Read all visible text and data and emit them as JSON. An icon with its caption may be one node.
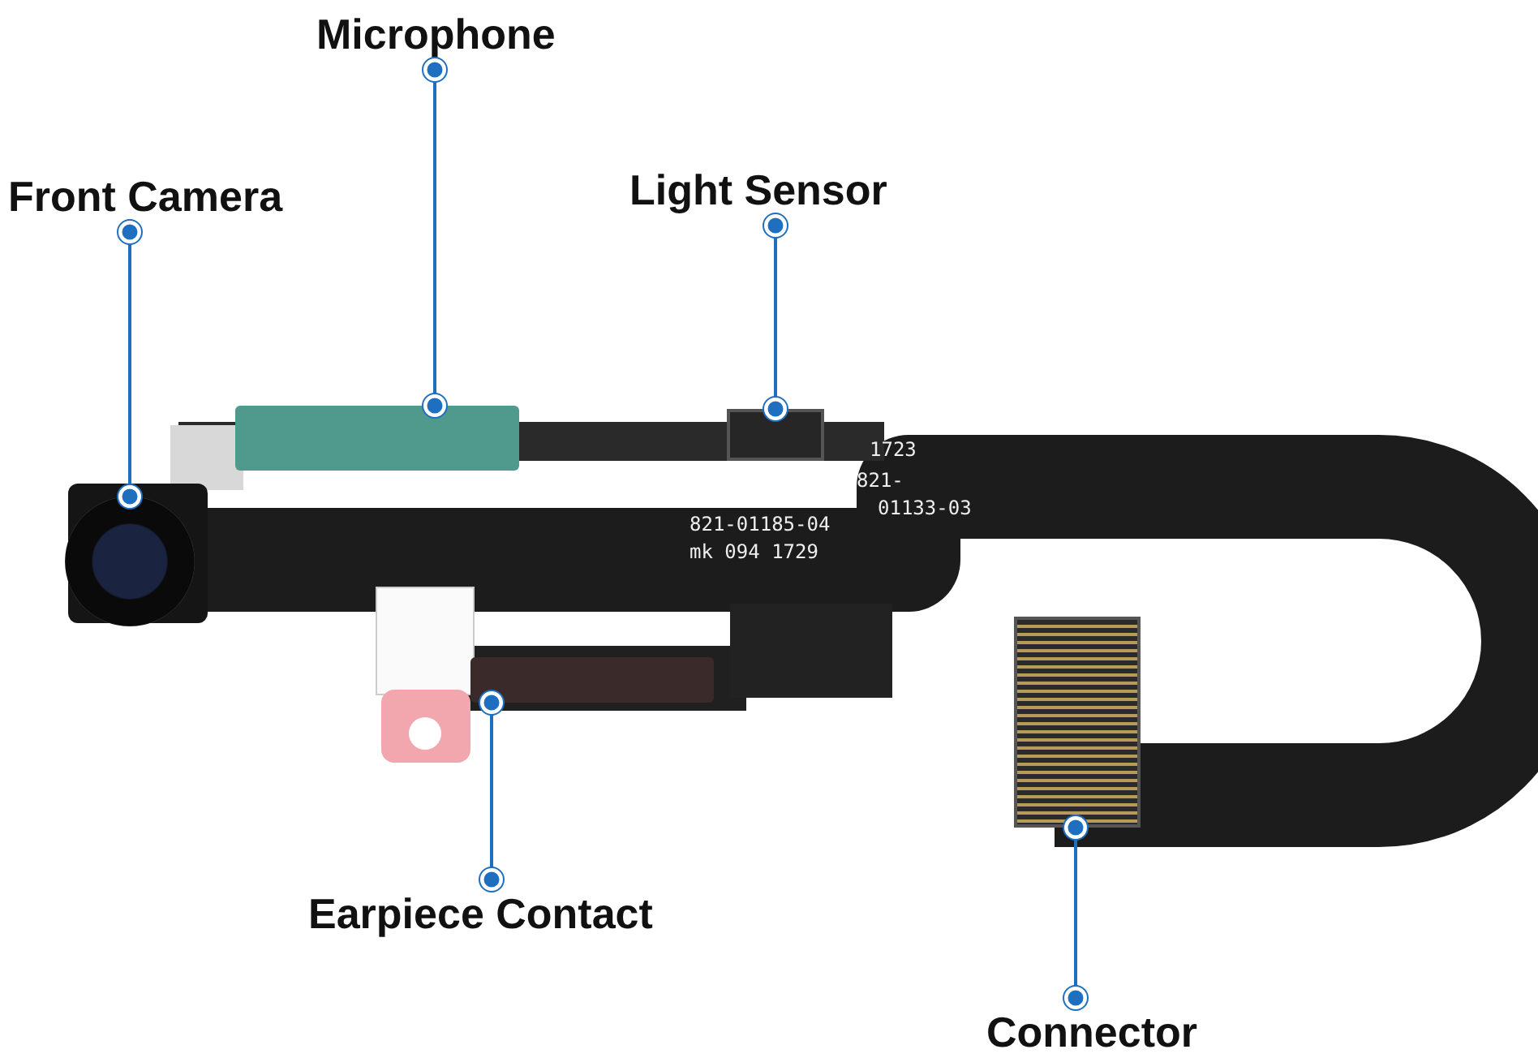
{
  "diagram": {
    "nodes": [
      {
        "text": [
          "Front Camera"
        ]
      },
      {
        "text": [
          "Microphone"
        ]
      },
      {
        "text": [
          "Light Sensor"
        ]
      },
      {
        "text": [
          "Earpiece Contact"
        ]
      },
      {
        "text": [
          "Connector"
        ]
      },
      {
        "text": [],
        "shape": "circle"
      },
      {
        "text": [],
        "shape": "bar"
      },
      {
        "text": [],
        "shape": "box"
      },
      {
        "text": [],
        "shape": "bar"
      },
      {
        "text": [],
        "shape": "box"
      }
    ],
    "edges": [
      {
        "from": 0,
        "to": 5,
        "arrow": "other"
      },
      {
        "from": 1,
        "to": 6,
        "arrow": "other"
      },
      {
        "from": 2,
        "to": 7,
        "arrow": "other"
      },
      {
        "from": 3,
        "to": 8,
        "arrow": "other"
      },
      {
        "from": 4,
        "to": 9,
        "arrow": "other"
      }
    ],
    "labels": [
      "1723",
      "821-",
      "01133-03",
      "821-01185-04",
      "mk 094 1729"
    ]
  }
}
